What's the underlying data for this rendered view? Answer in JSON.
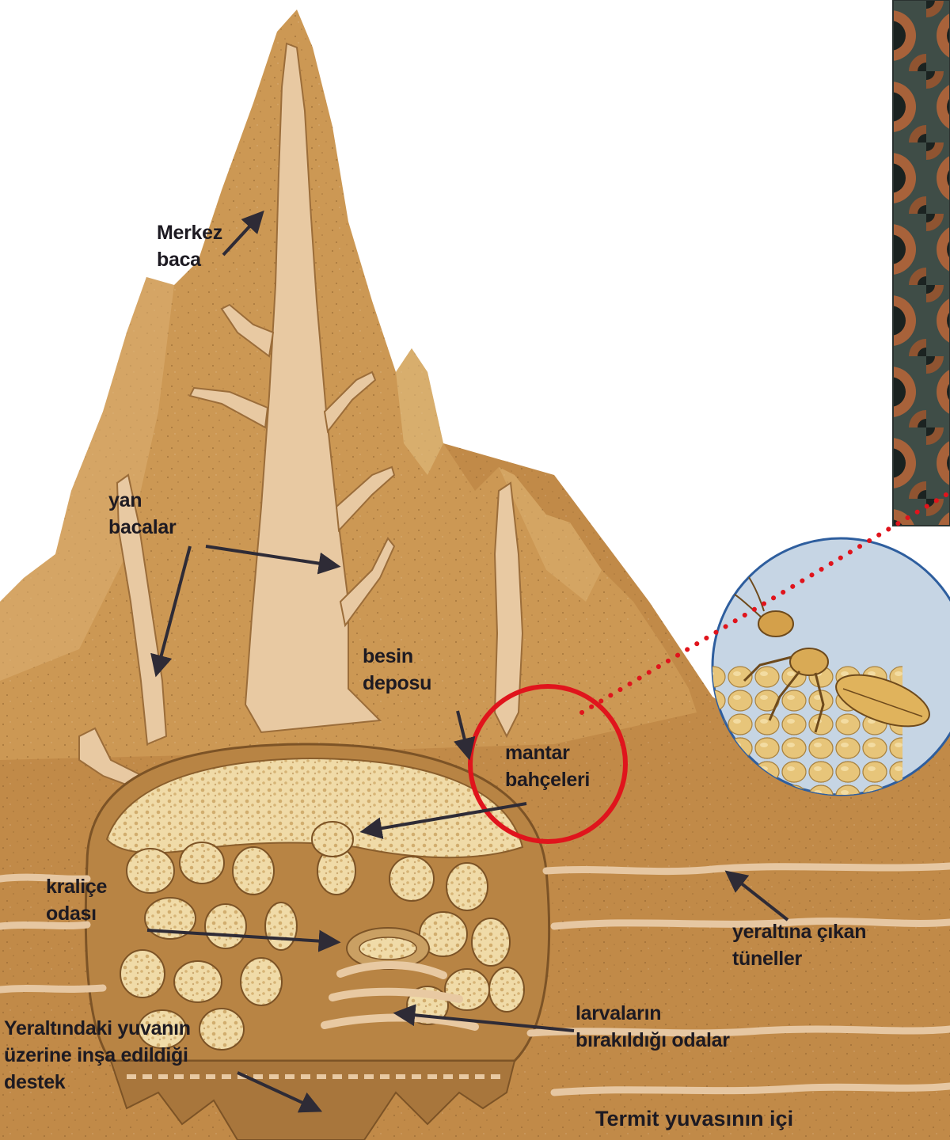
{
  "labels": {
    "merkez_baca": [
      "Merkez",
      "baca"
    ],
    "yan_bacalar": [
      "yan",
      "bacalar"
    ],
    "besin_deposu": [
      "besin",
      "deposu"
    ],
    "mantar_bahceleri": [
      "mantar",
      "bahçeleri"
    ],
    "kralice_odasi": [
      "kraliçe",
      "odası"
    ],
    "yeraltina_cikan_tuneller": [
      "yeraltına çıkan",
      "tüneller"
    ],
    "larvalarin_birakildigi_odalar": [
      "larvaların",
      "bırakıldığı odalar"
    ],
    "yeraltindaki_destek": [
      "Yeraltındaki yuvanın",
      "üzerine inşa edildiği",
      "destek"
    ]
  },
  "caption": "Termit yuvasının içi",
  "colors": {
    "mound": "#c6924e",
    "mound_light": "#d8ab66",
    "shaft": "#e6c7a2",
    "chamber": "#ead9a4",
    "arrow": "#2e2b36",
    "highlight_circle": "#e0141c",
    "dotted_line": "#e0141c",
    "photo_bg": "#3d4a44",
    "photo_cell": "#b5673a",
    "inset_bg": "#c9d6e4",
    "inset_circle_border": "#2e5e9e"
  },
  "icons": {
    "termite": "termite-icon",
    "photo_inset": "honeycomb-photo"
  }
}
